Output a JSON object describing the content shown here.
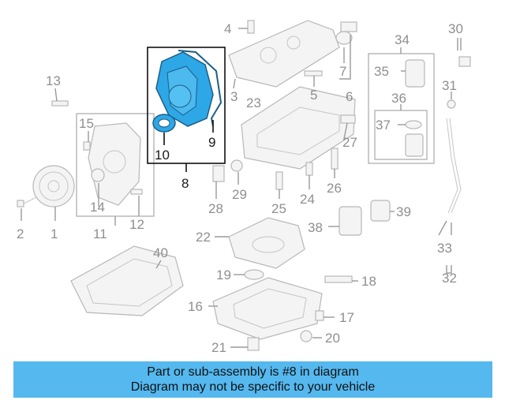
{
  "diagram": {
    "highlighted_part": "8",
    "accent_color": "#55b8ef",
    "callouts": {
      "c2": "2",
      "c1": "1",
      "c11": "11",
      "c12": "12",
      "c13": "13",
      "c14": "14",
      "c15": "15",
      "c3": "3",
      "c4": "4",
      "c5": "5",
      "c6": "6",
      "c7": "7",
      "c8": "8",
      "c9": "9",
      "c10": "10",
      "c16": "16",
      "c17": "17",
      "c18": "18",
      "c19": "19",
      "c20": "20",
      "c21": "21",
      "c22": "22",
      "c23": "23",
      "c24": "24",
      "c25": "25",
      "c26": "26",
      "c27": "27",
      "c28": "28",
      "c29": "29",
      "c30": "30",
      "c31": "31",
      "c32": "32",
      "c33": "33",
      "c34": "34",
      "c35": "35",
      "c36": "36",
      "c37": "37",
      "c38": "38",
      "c39": "39",
      "c40": "40"
    }
  },
  "banner": {
    "line1": "Part or sub-assembly is #8 in diagram",
    "line2": "Diagram may not be specific to your vehicle"
  }
}
